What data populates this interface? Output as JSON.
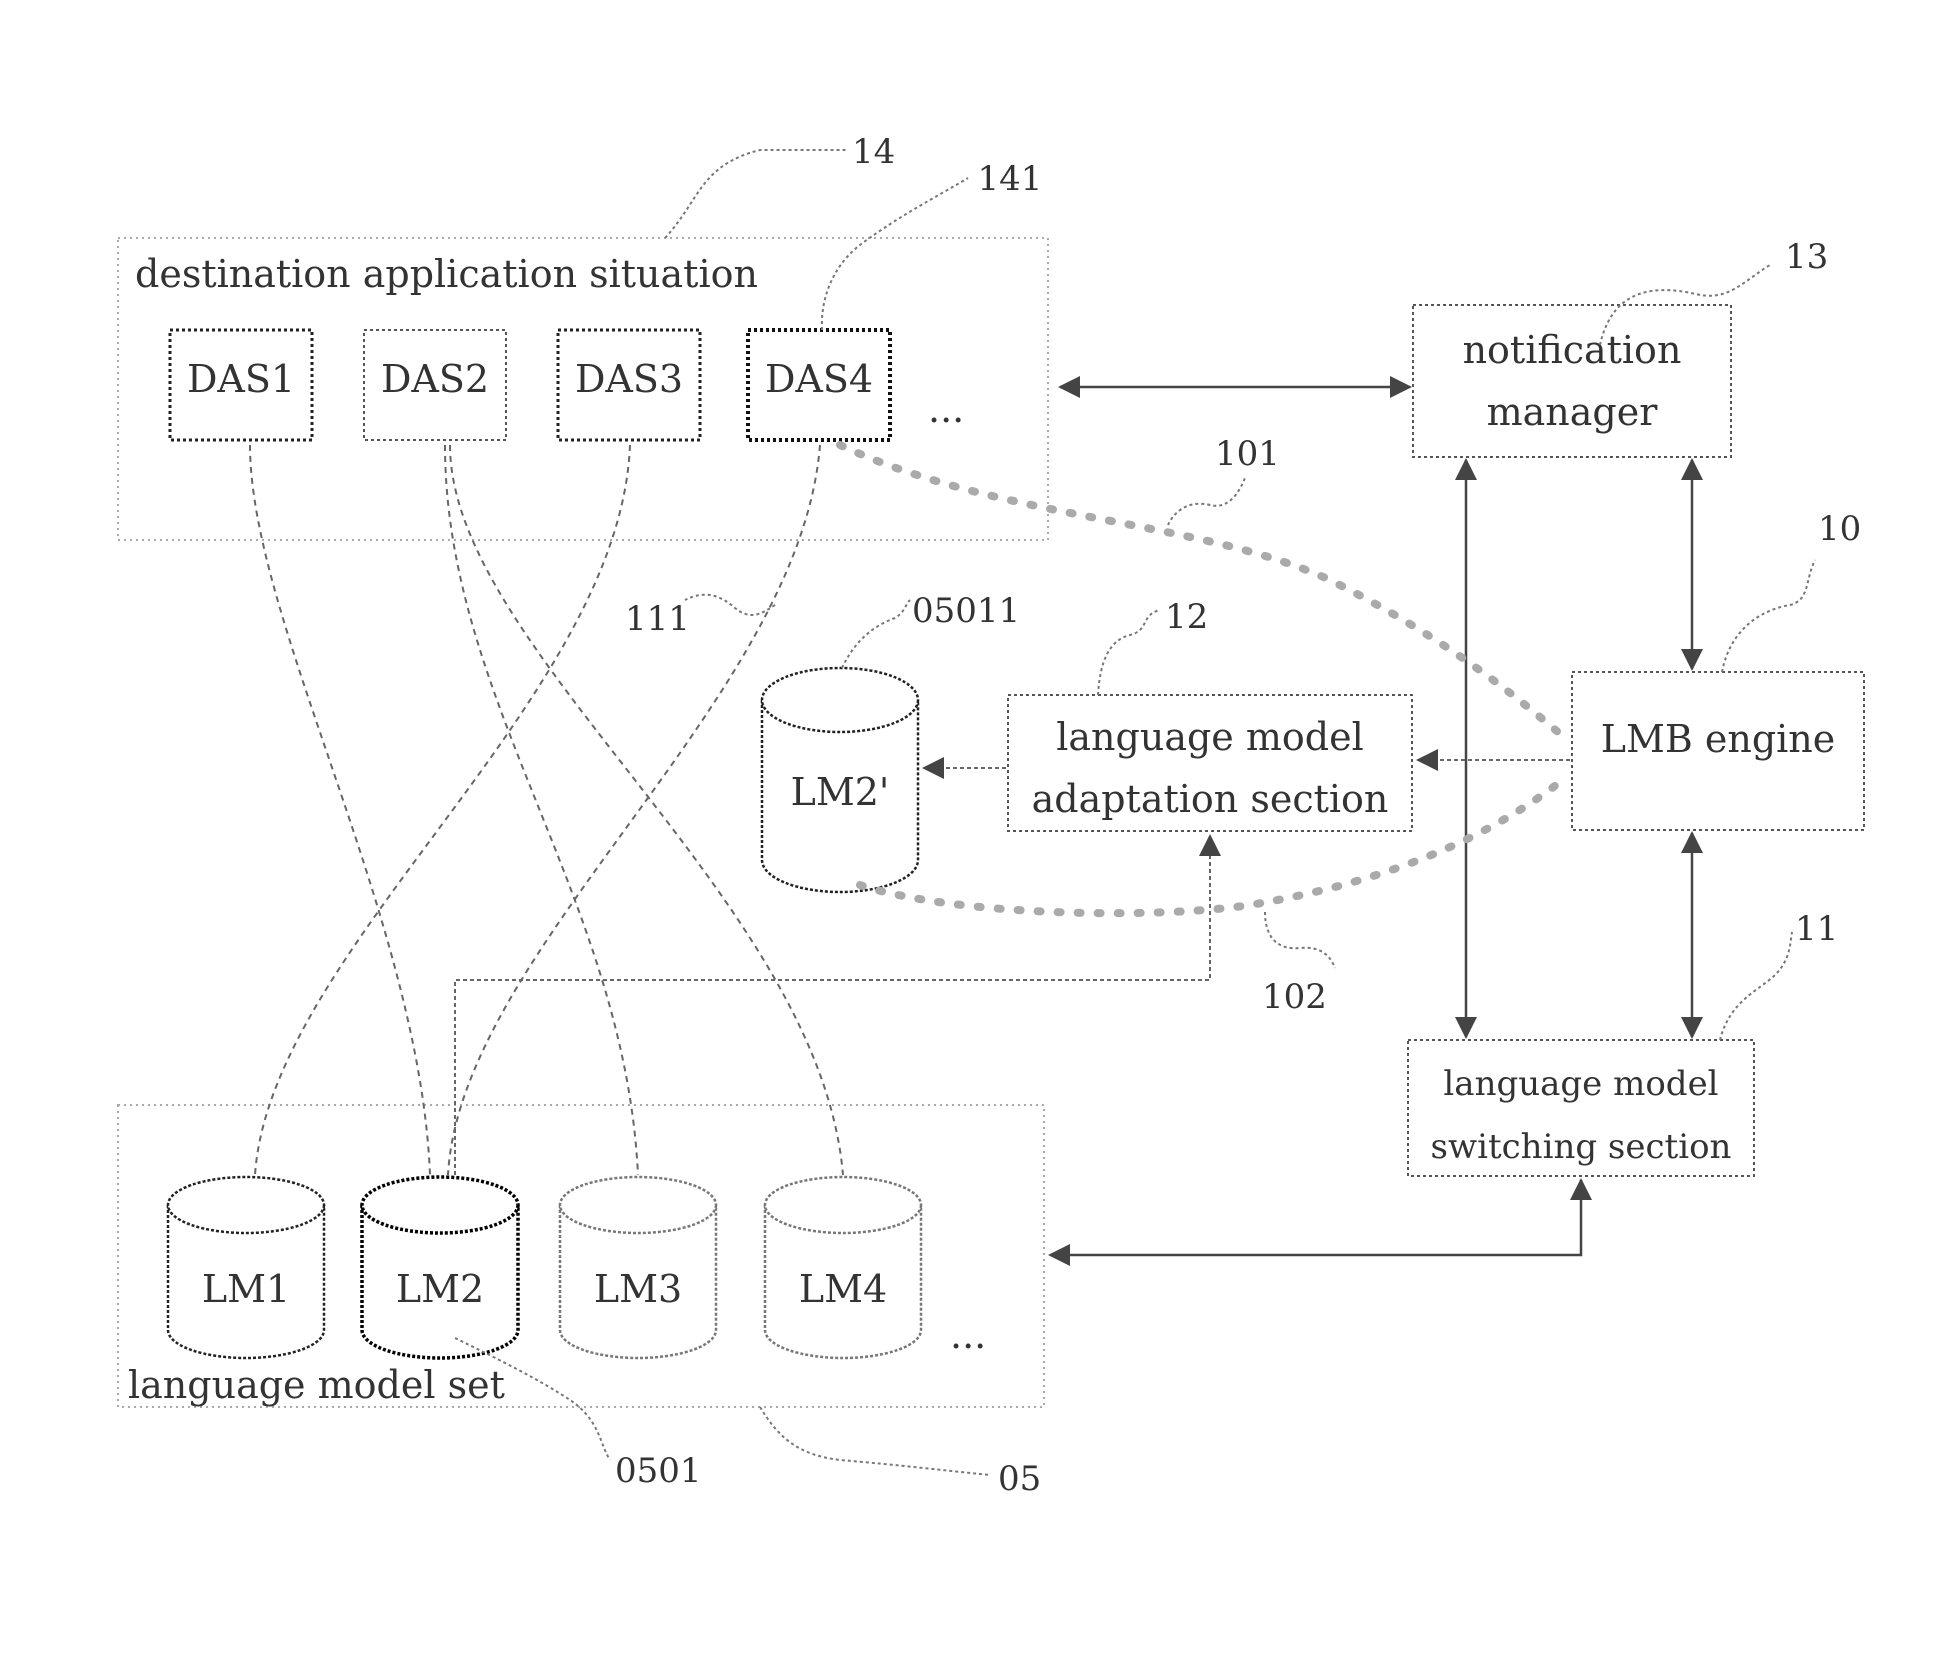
{
  "colors": {
    "stroke": "#444444",
    "text": "#333333",
    "fill": "#ffffff"
  },
  "das_group": {
    "title": "destination application situation",
    "ref": "14"
  },
  "das": [
    {
      "label": "DAS1"
    },
    {
      "label": "DAS2"
    },
    {
      "label": "DAS3"
    },
    {
      "label": "DAS4",
      "ref": "141"
    }
  ],
  "das_ellipsis": "...",
  "notification_manager": {
    "line1": "notification",
    "line2": "manager",
    "ref": "13"
  },
  "lmb_engine": {
    "label": "LMB engine",
    "ref": "10"
  },
  "adaptation": {
    "line1": "language model",
    "line2": "adaptation section",
    "ref": "12"
  },
  "switching": {
    "line1": "language model",
    "line2": "switching section",
    "ref": "11"
  },
  "adapted_lm": {
    "label": "LM2'",
    "ref": "05011"
  },
  "lm_set": {
    "title": "language model set",
    "ref": "05"
  },
  "lms": [
    {
      "label": "LM1"
    },
    {
      "label": "LM2",
      "ref": "0501"
    },
    {
      "label": "LM3"
    },
    {
      "label": "LM4"
    }
  ],
  "lm_ellipsis": "...",
  "refs": {
    "path_101": "101",
    "path_102": "102",
    "link_111": "111"
  }
}
